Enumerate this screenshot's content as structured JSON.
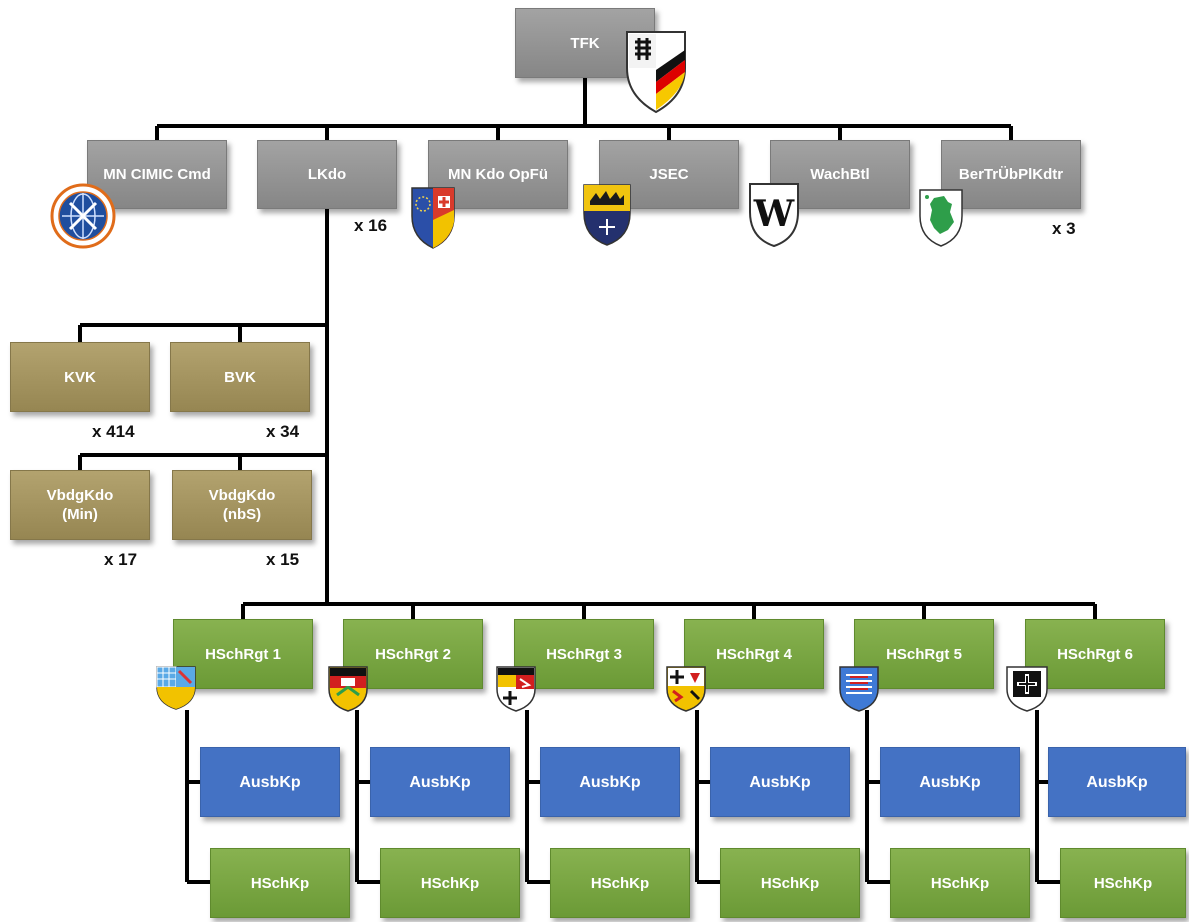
{
  "top": {
    "label": "TFK"
  },
  "level1": [
    {
      "id": "mn-cimic-cmd",
      "label": "MN CIMIC Cmd"
    },
    {
      "id": "lkdo",
      "label": "LKdo",
      "count": "x 16"
    },
    {
      "id": "mn-kdo-opfue",
      "label": "MN Kdo OpFü"
    },
    {
      "id": "jsec",
      "label": "JSEC"
    },
    {
      "id": "wachbtl",
      "label": "WachBtl"
    },
    {
      "id": "bertruebplkdtr",
      "label": "BerTrÜbPlKdtr",
      "count": "x 3"
    }
  ],
  "lkdo_units": [
    {
      "id": "kvk",
      "label": "KVK",
      "count": "x 414"
    },
    {
      "id": "bvk",
      "label": "BVK",
      "count": "x 34"
    },
    {
      "id": "vbdgkdo-min",
      "label": "VbdgKdo\n(Min)",
      "count": "x 17"
    },
    {
      "id": "vbdgkdo-nbs",
      "label": "VbdgKdo\n(nbS)",
      "count": "x 15"
    }
  ],
  "regiments": [
    {
      "label": "HSchRgt 1",
      "sub1": "AusbKp",
      "sub2": "HSchKp"
    },
    {
      "label": "HSchRgt 2",
      "sub1": "AusbKp",
      "sub2": "HSchKp"
    },
    {
      "label": "HSchRgt 3",
      "sub1": "AusbKp",
      "sub2": "HSchKp"
    },
    {
      "label": "HSchRgt 4",
      "sub1": "AusbKp",
      "sub2": "HSchKp"
    },
    {
      "label": "HSchRgt 5",
      "sub1": "AusbKp",
      "sub2": "HSchKp"
    },
    {
      "label": "HSchRgt 6",
      "sub1": "AusbKp",
      "sub2": "HSchKp"
    }
  ],
  "colors": {
    "grey_box": "#959595",
    "olive_box": "#a4945f",
    "green_box": "#79a642",
    "blue_box": "#4472c4",
    "connector": "#000000"
  },
  "emblems": [
    "bundeswehr-coat-of-arms-icon",
    "cimic-globe-emblem-icon",
    "opfue-shield-icon",
    "jsec-lion-shield-icon",
    "wachbtl-w-shield-icon",
    "germany-map-shield-icon",
    "bavaria-shield-icon",
    "nrw-shield-icon",
    "lower-saxony-shield-icon",
    "regiment-4-shield-icon",
    "hesse-lion-shield-icon",
    "iron-cross-shield-icon"
  ]
}
